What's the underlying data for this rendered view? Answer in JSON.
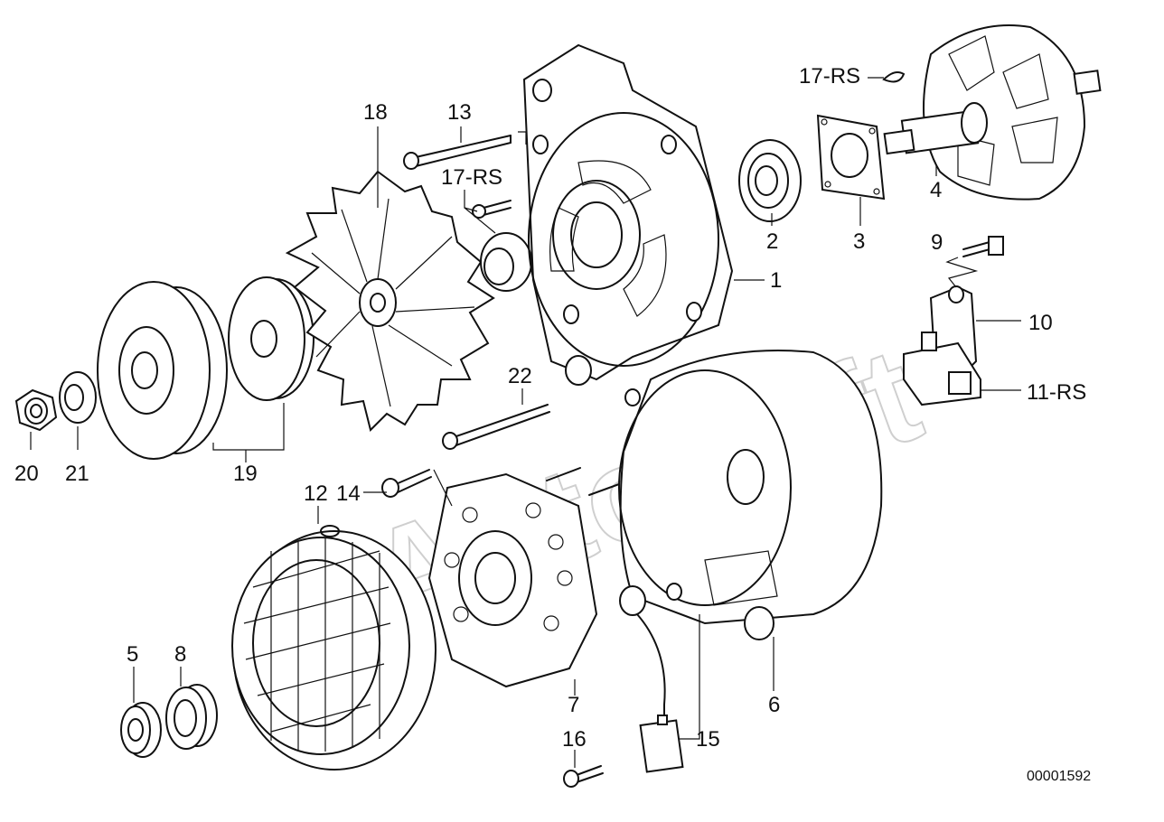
{
  "watermark": "AutoSoft",
  "drawing_code": "00001592",
  "labels": {
    "p1": "1",
    "p2": "2",
    "p3": "3",
    "p4": "4",
    "p5": "5",
    "p6": "6",
    "p7": "7",
    "p8": "8",
    "p9": "9",
    "p10": "10",
    "p11": "11-RS",
    "p12": "12",
    "p13": "13",
    "p14": "14",
    "p15": "15",
    "p16": "16",
    "p17a": "17-RS",
    "p17b": "17-RS",
    "p18": "18",
    "p19": "19",
    "p20": "20",
    "p21": "21",
    "p22": "22"
  }
}
